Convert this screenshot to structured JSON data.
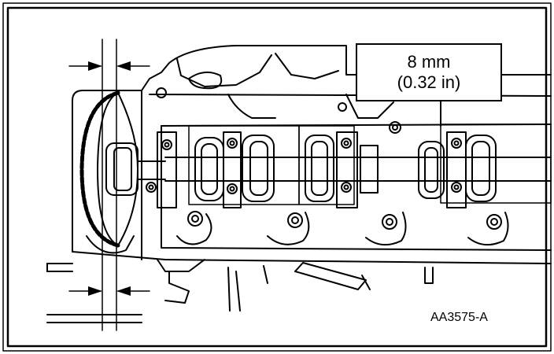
{
  "callout": {
    "metric": "8 mm",
    "imperial": "(0.32 in)"
  },
  "figure_id": "AA3575-A"
}
